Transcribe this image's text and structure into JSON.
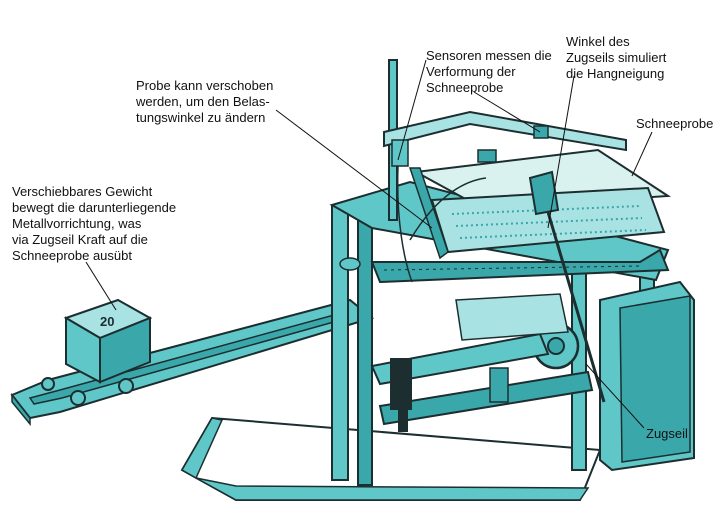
{
  "labels": {
    "weight": "Verschiebbares Gewicht\nbewegt die darunterliegende\nMetallvorrichtung, was\nvia Zugseil Kraft auf die\nSchneeprobe ausübt",
    "probe_shift": "Probe kann verschoben\nwerden, um den Belas-\ntungswinkel zu ändern",
    "sensors": "Sensoren messen die\nVerformung der\nSchneeprobe",
    "angle": "Winkel des\nZugseils simuliert\ndie Hangneigung",
    "snow_sample": "Schneeprobe",
    "cable": "Zugseil"
  },
  "weight_marking": "20",
  "colors": {
    "teal": "#5fc7c8",
    "teal_dark": "#3aa7aa",
    "teal_light": "#a8e2e2",
    "outline": "#1c2e30",
    "snow": "#d9f1ef"
  }
}
